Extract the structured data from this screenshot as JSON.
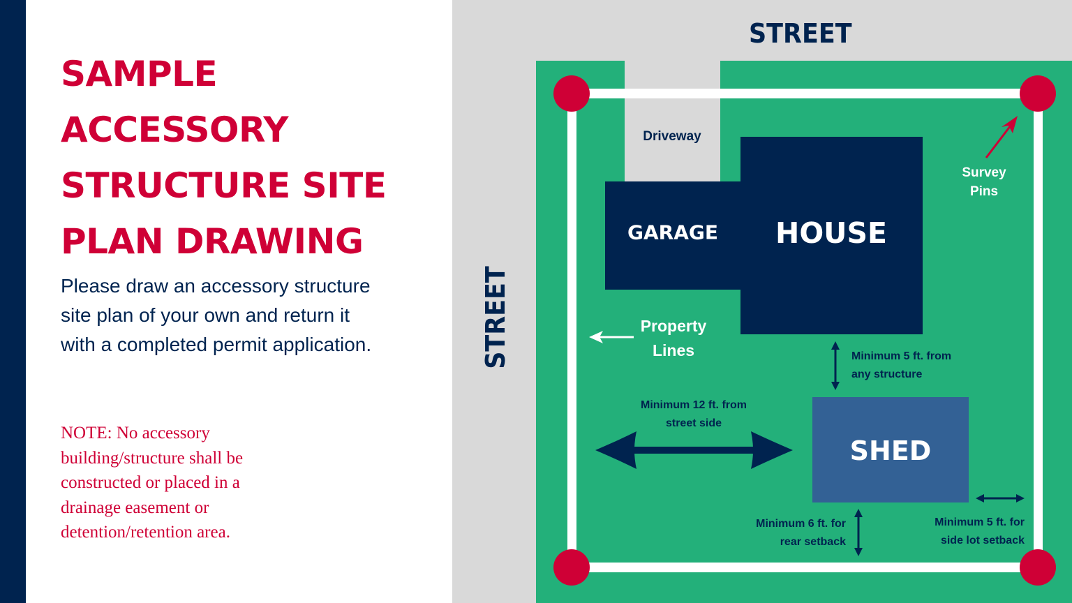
{
  "left_panel": {
    "title_lines": [
      "SAMPLE",
      "ACCESSORY",
      "STRUCTURE SITE",
      "PLAN DRAWING"
    ],
    "intro_lines": [
      "Please draw an accessory structure",
      "site plan of your own and return it",
      "with a completed permit application."
    ],
    "note_lines": [
      "NOTE: No accessory",
      "building/structure shall be",
      "constructed or placed in a",
      "drainage easement or",
      "detention/retention area."
    ]
  },
  "site_plan": {
    "street_top": "STREET",
    "street_left": "STREET",
    "driveway": "Driveway",
    "garage": "GARAGE",
    "house": "HOUSE",
    "shed": "SHED",
    "property_lines_label": [
      "Property",
      "Lines"
    ],
    "survey_pins_label": [
      "Survey",
      "Pins"
    ],
    "setbacks": {
      "from_structure": [
        "Minimum 5 ft. from",
        "any structure"
      ],
      "street_side": [
        "Minimum 12 ft. from",
        "street side"
      ],
      "rear": [
        "Minimum 6 ft. for",
        "rear setback"
      ],
      "side_lot": [
        "Minimum 5 ft. for",
        "side lot setback"
      ]
    }
  },
  "colors": {
    "navy": "#00234f",
    "red": "#cf0036",
    "green": "#23b07a",
    "gray": "#d9d9d9",
    "shed_blue": "#336195",
    "white": "#ffffff"
  }
}
